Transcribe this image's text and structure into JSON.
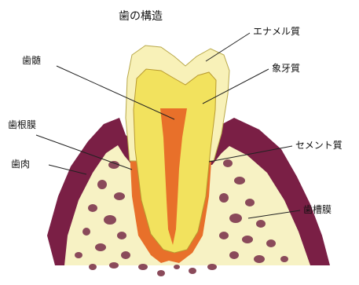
{
  "title": "歯の構造",
  "labels": {
    "enamel": "エナメル質",
    "pulp": "歯髄",
    "dentin": "象牙質",
    "periodontal_ligament": "歯根膜",
    "cementum": "セメント質",
    "gum": "歯肉",
    "alveolar_bone": "歯槽膜"
  },
  "colors": {
    "gum": "#7a1f45",
    "bone": "#f7f2c4",
    "bone_pores": "#8a4a5a",
    "enamel": "#f8f1b8",
    "dentin": "#f2e25e",
    "pulp": "#e8702a",
    "cementum": "#e8702a",
    "leader_line": "#222222"
  }
}
